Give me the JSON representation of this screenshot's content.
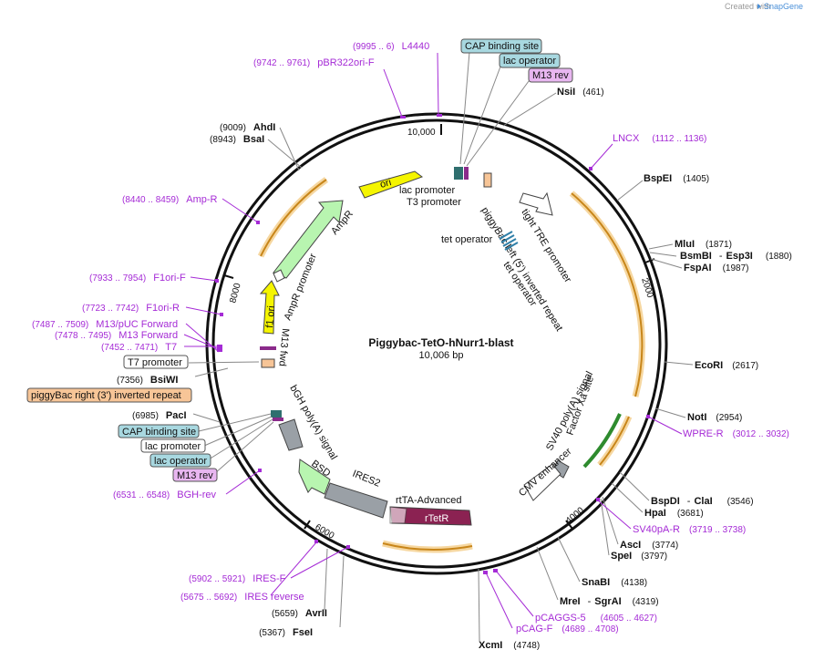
{
  "credit": {
    "prefix": "Created with",
    "brand": "SnapGene"
  },
  "plasmid": {
    "name": "Piggybac-TetO-hNurr1-blast",
    "size": "10,006 bp"
  },
  "ticks": [
    "10,000",
    "2000",
    "4000",
    "6000",
    "8000"
  ],
  "sites": [
    {
      "name": "NsiI",
      "pos": "(461)"
    },
    {
      "name": "BspEI",
      "pos": "(1405)"
    },
    {
      "name": "MluI",
      "pos": "(1871)"
    },
    {
      "name": "BsmBI",
      "sep": "-",
      "name2": "Esp3I",
      "pos": "(1880)"
    },
    {
      "name": "FspAI",
      "pos": "(1987)"
    },
    {
      "name": "EcoRI",
      "pos": "(2617)"
    },
    {
      "name": "NotI",
      "pos": "(2954)"
    },
    {
      "name": "BspDI",
      "sep": "-",
      "name2": "ClaI",
      "pos": "(3546)"
    },
    {
      "name": "HpaI",
      "pos": "(3681)"
    },
    {
      "name": "AscI",
      "pos": "(3774)"
    },
    {
      "name": "SpeI",
      "pos": "(3797)"
    },
    {
      "name": "SnaBI",
      "pos": "(4138)"
    },
    {
      "name": "MreI",
      "sep": "-",
      "name2": "SgrAI",
      "pos": "(4319)"
    },
    {
      "name": "XcmI",
      "pos": "(4748)"
    },
    {
      "name": "FseI",
      "pos": "(5367)"
    },
    {
      "name": "AvrII",
      "pos": "(5659)"
    },
    {
      "name": "PacI",
      "pos": "(6985)"
    },
    {
      "name": "BsiWI",
      "pos": "(7356)"
    },
    {
      "name": "BsaI",
      "pos": "(8943)"
    },
    {
      "name": "AhdI",
      "pos": "(9009)"
    }
  ],
  "primers": [
    {
      "name": "L4440",
      "pos": "(9995 .. 6)"
    },
    {
      "name": "pBR322ori-F",
      "pos": "(9742 .. 9761)"
    },
    {
      "name": "LNCX",
      "pos": "(1112 .. 1136)"
    },
    {
      "name": "WPRE-R",
      "pos": "(3012 .. 3032)"
    },
    {
      "name": "SV40pA-R",
      "pos": "(3719 .. 3738)"
    },
    {
      "name": "pCAGGS-5",
      "pos": "(4605 .. 4627)"
    },
    {
      "name": "pCAG-F",
      "pos": "(4689 .. 4708)"
    },
    {
      "name": "IRES-F",
      "pos": "(5902 .. 5921)"
    },
    {
      "name": "IRES reverse",
      "pos": "(5675 .. 5692)"
    },
    {
      "name": "BGH-rev",
      "pos": "(6531 .. 6548)"
    },
    {
      "name": "T7",
      "pos": "(7452 .. 7471)"
    },
    {
      "name": "M13 Forward",
      "pos": "(7478 .. 7495)"
    },
    {
      "name": "M13/pUC Forward",
      "pos": "(7487 .. 7509)"
    },
    {
      "name": "F1ori-R",
      "pos": "(7723 .. 7742)"
    },
    {
      "name": "F1ori-F",
      "pos": "(7933 .. 7954)"
    },
    {
      "name": "Amp-R",
      "pos": "(8440 .. 8459)"
    }
  ],
  "badges": {
    "cap_top": "CAP binding site",
    "lac_op_top": "lac operator",
    "m13rev_top": "M13 rev",
    "t7_promoter": "T7 promoter",
    "piggybac_right": "piggyBac right (3') inverted repeat",
    "cap_left": "CAP binding site",
    "lac_promoter_left": "lac promoter",
    "lac_op_left": "lac operator",
    "m13rev_left": "M13 rev"
  },
  "features": {
    "ori": "ori",
    "ampr": "AmpR",
    "ampr_promoter": "AmpR promoter",
    "f1_ori": "f1 ori",
    "m13_fwd": "M13 fwd",
    "lac_promoter": "lac promoter",
    "t3_promoter": "T3 promoter",
    "piggybac_left": "piggyBac left (5') inverted repeat",
    "tight_tre": "tight TRE promoter",
    "tet_operator_1": "tet operator",
    "tet_operator_2": "tet operator",
    "factor_xa": "Factor Xa site",
    "sv40": "SV40 poly(A) signal",
    "cmv": "CMV enhancer",
    "rtta": "rtTA-Advanced",
    "rtetr": "rTetR",
    "ires2": "IRES2",
    "bsd": "BSD",
    "bgh": "bGH poly(A) signal"
  },
  "colors": {
    "primer": "#a52bd6",
    "orf_orange": "#f6a623",
    "ori_yellow": "#f5f500",
    "ampr_green": "#b8f5b0",
    "rtetr": "#8b2252",
    "cap_blue": "#a8d8e0",
    "piggybac_orange": "#f7c597"
  }
}
